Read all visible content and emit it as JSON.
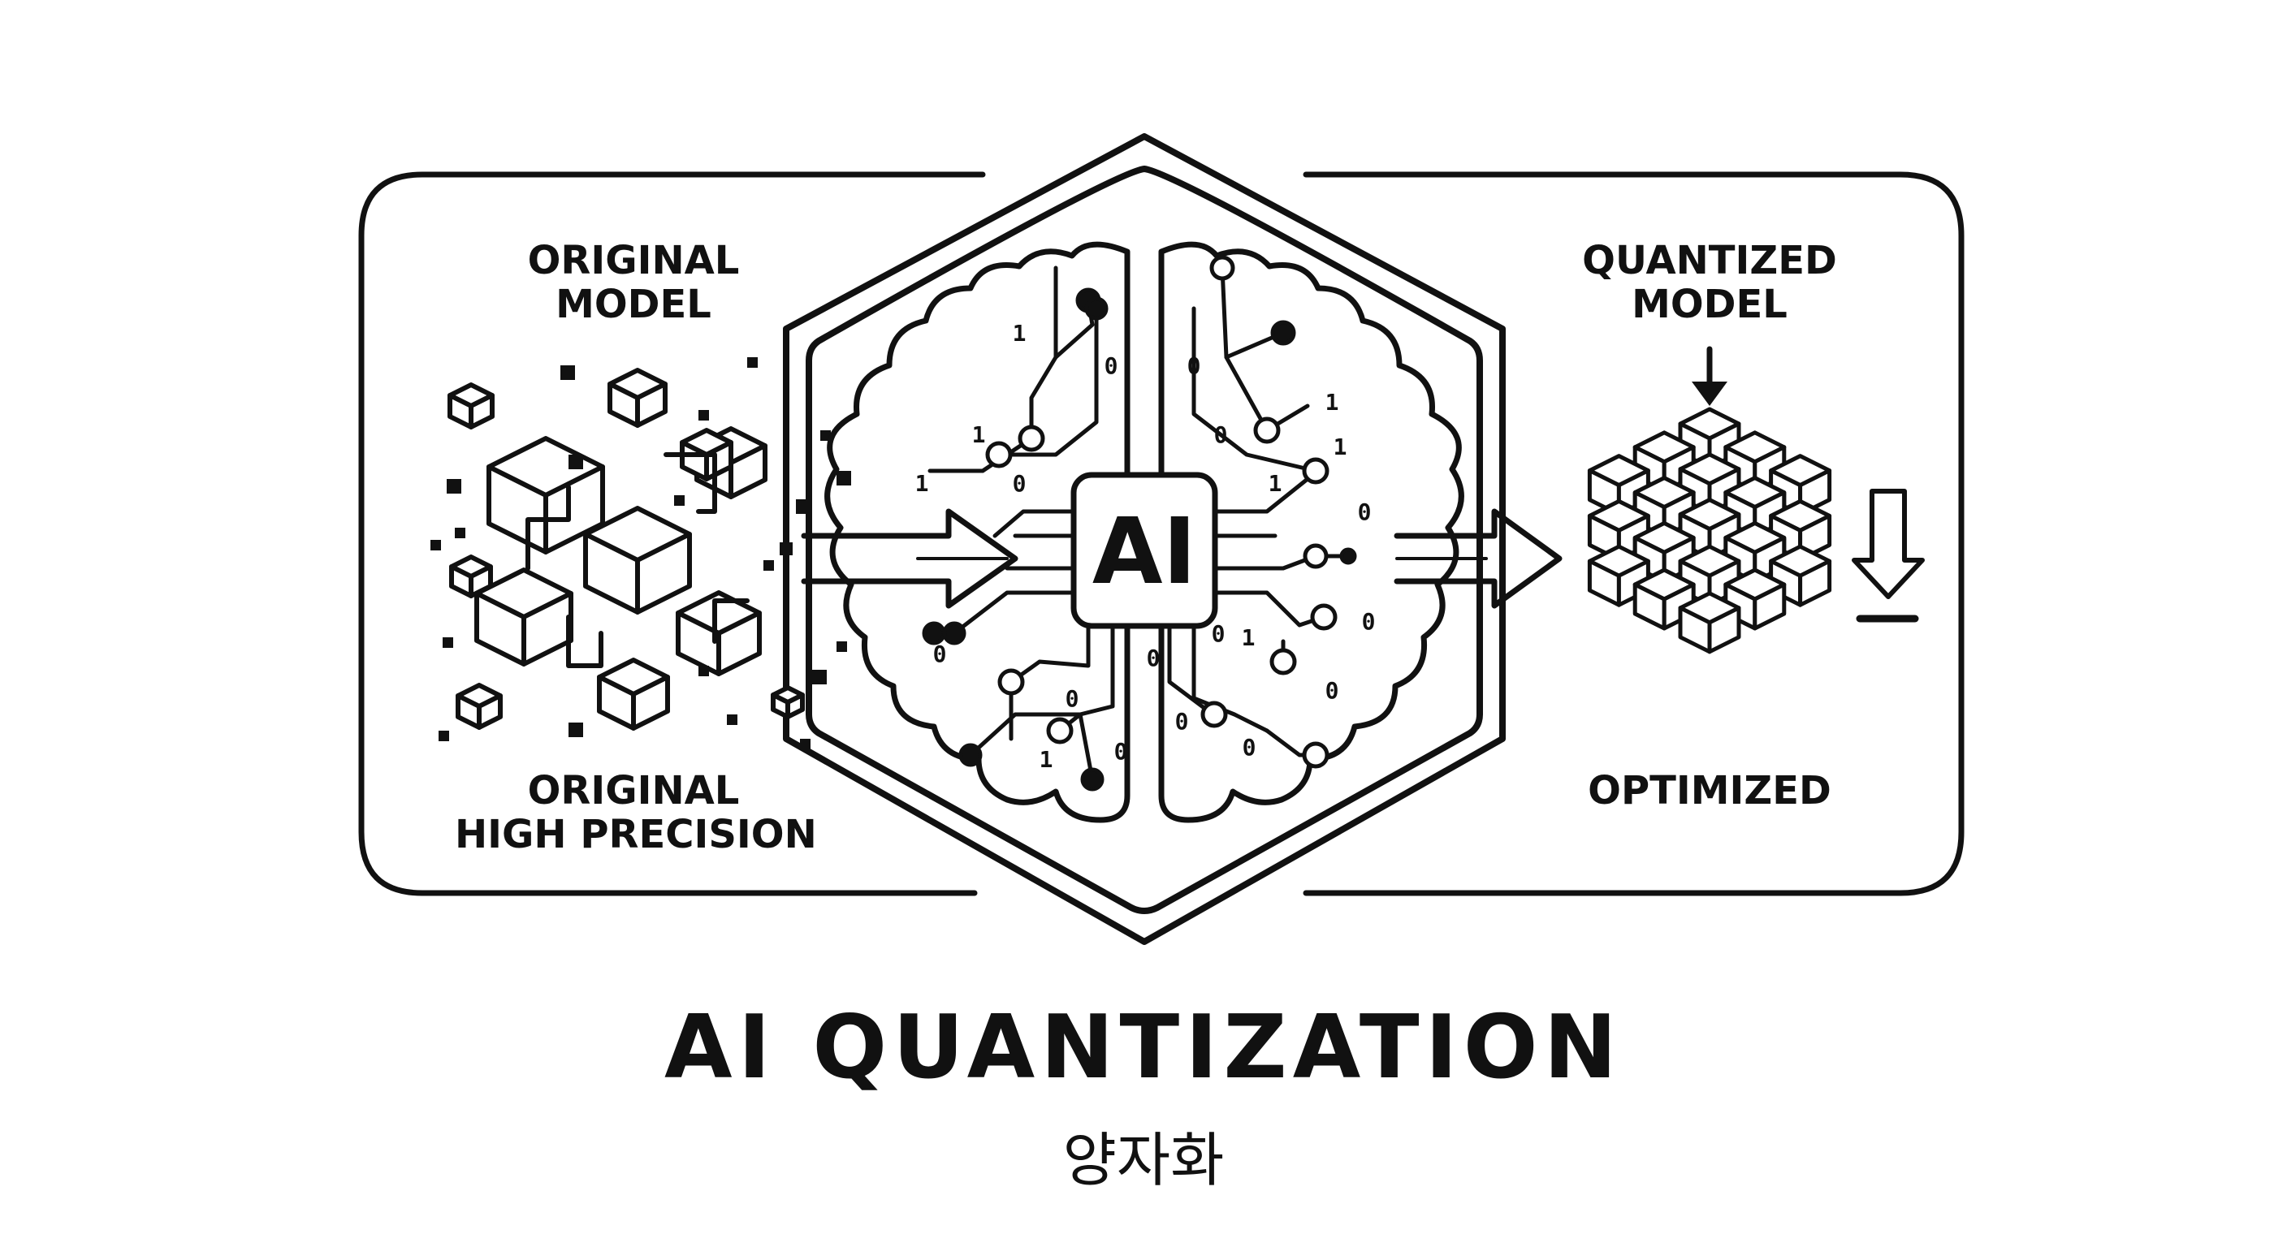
{
  "labels": {
    "original_model": [
      "ORIGINAL",
      "MODEL"
    ],
    "original_high_precision": [
      "ORIGINAL",
      "HIGH PRECISION"
    ],
    "quantized_model": [
      "QUANTIZED",
      "MODEL"
    ],
    "optimized": "OPTIMIZED",
    "chip": "AI"
  },
  "title": "AI QUANTIZATION",
  "subtitle": "양자화",
  "brain_bits": [
    "1",
    "0",
    "1",
    "1",
    "0",
    "0",
    "1",
    "0",
    "1",
    "0",
    "0",
    "0",
    "0",
    "1",
    "0",
    "0",
    "0",
    "0",
    "1",
    "1",
    "0",
    "0"
  ],
  "icons": [
    "scattered-cubes-icon",
    "brain-circuit-icon",
    "ai-chip-icon",
    "arrow-right-icon",
    "cube-grid-icon",
    "arrow-down-icon",
    "down-to-line-icon"
  ],
  "colors": {
    "ink": "#111111",
    "background": "#ffffff"
  }
}
